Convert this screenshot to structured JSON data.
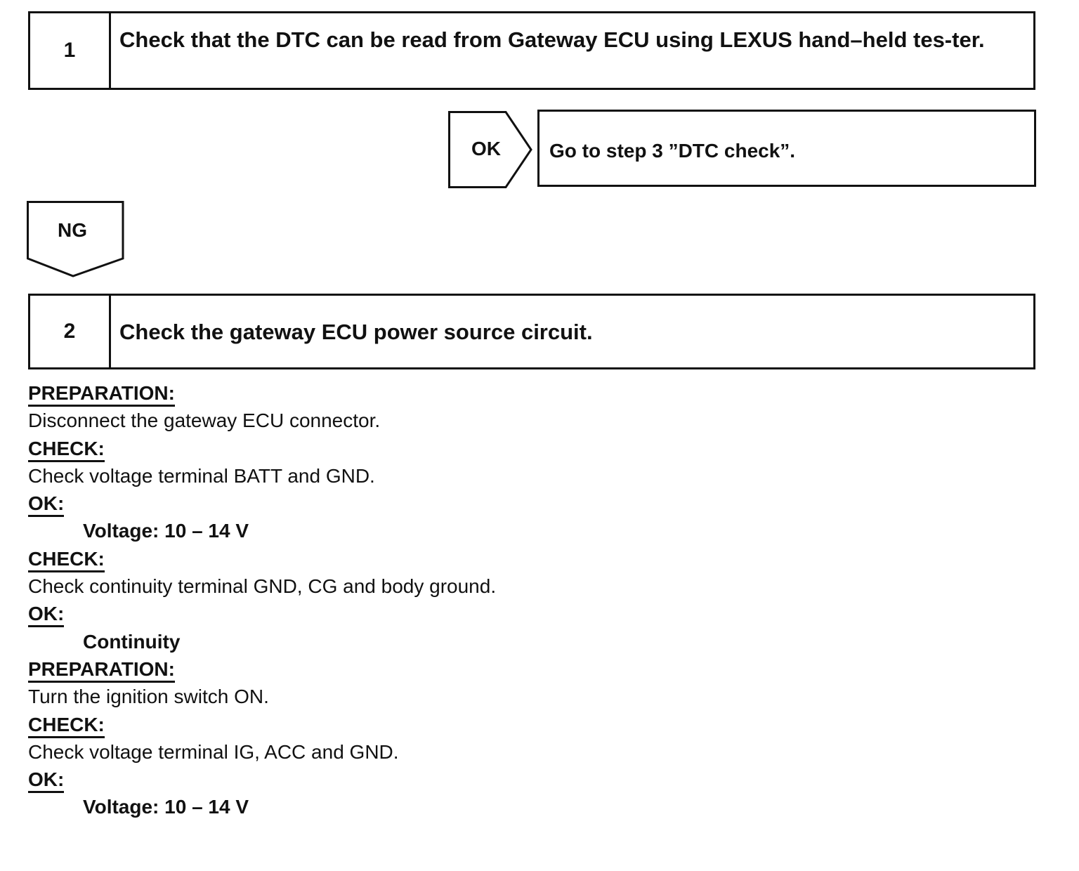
{
  "step1": {
    "number": "1",
    "text": "Check that the DTC can be read from Gateway ECU using LEXUS hand–held tes-ter."
  },
  "ok_branch": {
    "label": "OK",
    "result": "Go to step 3 ”DTC check”."
  },
  "ng_branch": {
    "label": "NG"
  },
  "step2": {
    "number": "2",
    "text": "Check the gateway ECU power source circuit."
  },
  "procedure": [
    {
      "kind": "heading",
      "text": "PREPARATION:"
    },
    {
      "kind": "text",
      "text": "Disconnect the gateway ECU connector."
    },
    {
      "kind": "heading",
      "text": "CHECK:"
    },
    {
      "kind": "text",
      "text": "Check voltage terminal BATT and GND."
    },
    {
      "kind": "heading",
      "text": "OK:"
    },
    {
      "kind": "spec",
      "text": "Voltage: 10 – 14 V"
    },
    {
      "kind": "heading",
      "text": "CHECK:"
    },
    {
      "kind": "text",
      "text": "Check continuity terminal GND, CG and body ground."
    },
    {
      "kind": "heading",
      "text": "OK:"
    },
    {
      "kind": "spec",
      "text": "Continuity"
    },
    {
      "kind": "heading",
      "text": "PREPARATION:"
    },
    {
      "kind": "text",
      "text": "Turn the ignition switch ON."
    },
    {
      "kind": "heading",
      "text": "CHECK:"
    },
    {
      "kind": "text",
      "text": "Check voltage terminal IG, ACC and GND."
    },
    {
      "kind": "heading",
      "text": "OK:"
    },
    {
      "kind": "spec",
      "text": "Voltage: 10 – 14 V"
    }
  ]
}
